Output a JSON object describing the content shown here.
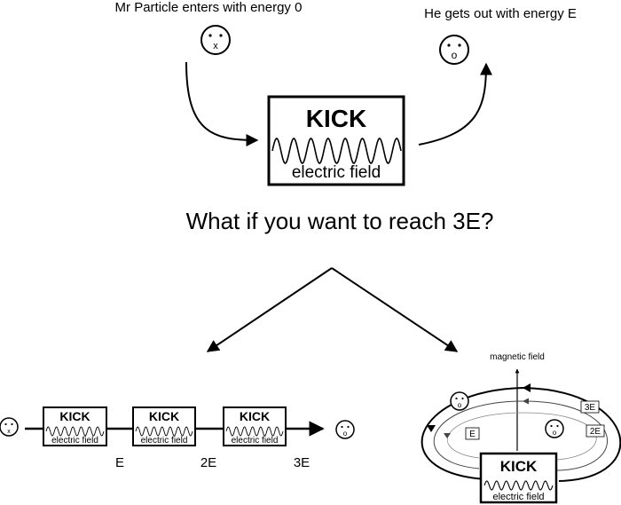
{
  "top": {
    "enter_caption": "Mr Particle enters with energy 0",
    "exit_caption": "He gets out with energy E",
    "kick_label": "KICK",
    "field_label": "electric field",
    "enter_mouth": "x",
    "exit_mouth": "o"
  },
  "question": "What if you want to reach 3E?",
  "linear": {
    "kicks": [
      {
        "label": "KICK",
        "field": "electric field",
        "energy": "E"
      },
      {
        "label": "KICK",
        "field": "electric field",
        "energy": "2E"
      },
      {
        "label": "KICK",
        "field": "electric field",
        "energy": "3E"
      }
    ],
    "start_mouth": "x",
    "end_mouth": "o"
  },
  "ring": {
    "magnetic_label": "magnetic field",
    "kick_label": "KICK",
    "field_label": "electric field",
    "orbit_labels": [
      "E",
      "2E",
      "3E"
    ],
    "mouth_outer": "o",
    "mouth_inner": "o"
  }
}
